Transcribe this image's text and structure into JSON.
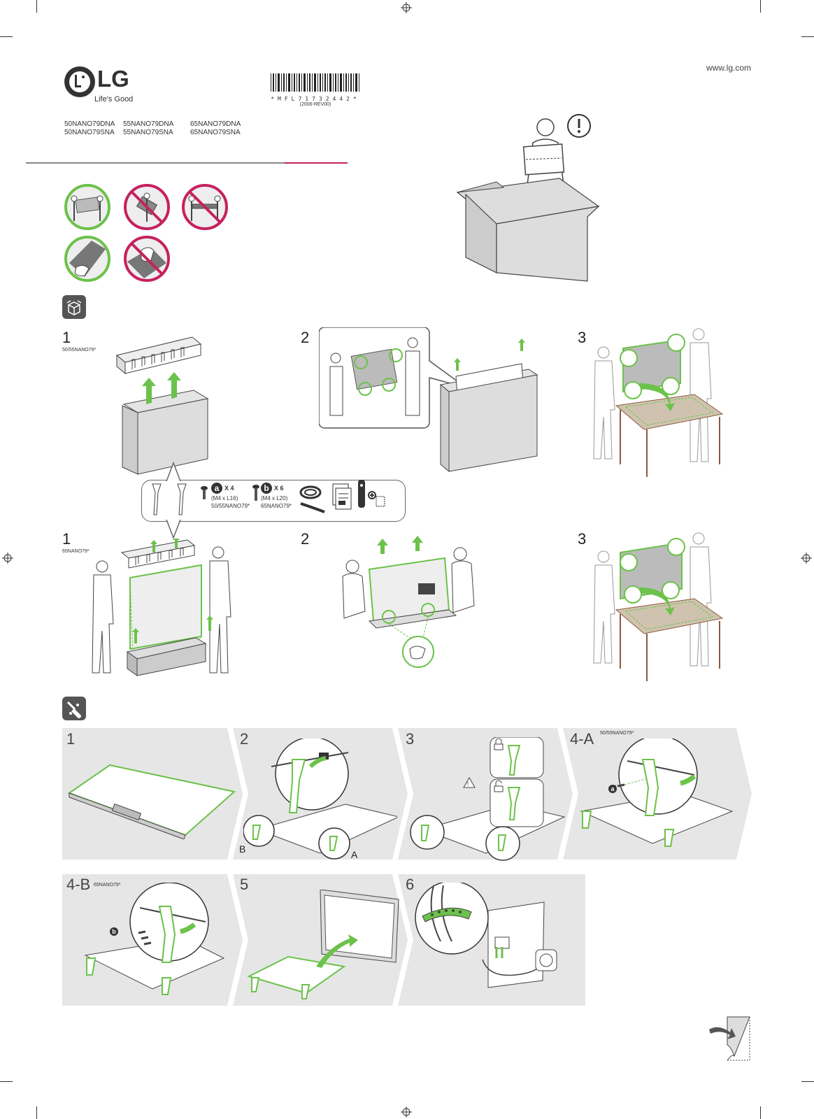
{
  "header": {
    "brand": "LG",
    "tagline": "Life's Good",
    "website": "www.lg.com",
    "barcode_text": "*MFL71732442*",
    "revision": "(2006-REV00)"
  },
  "models": {
    "col1": [
      "50NANO79DNA",
      "50NANO79SNA"
    ],
    "col2": [
      "55NANO79DNA",
      "55NANO79SNA"
    ],
    "col3": [
      "65NANO79DNA",
      "65NANO79SNA"
    ]
  },
  "unpacking": {
    "row1": [
      {
        "num": "1",
        "sub": "50/55NANO79*"
      },
      {
        "num": "2",
        "sub": ""
      },
      {
        "num": "3",
        "sub": ""
      }
    ],
    "row2": [
      {
        "num": "1",
        "sub": "65NANO79*"
      },
      {
        "num": "2",
        "sub": ""
      },
      {
        "num": "3",
        "sub": ""
      }
    ]
  },
  "kit": {
    "screw_a_letter": "a",
    "screw_a_qty": "X 4",
    "screw_a_size": "(M4 x L16)",
    "screw_a_model": "50/55NANO79*",
    "screw_b_letter": "b",
    "screw_b_qty": "X 6",
    "screw_b_size": "(M4 x L20)",
    "screw_b_model": "65NANO79*"
  },
  "assembly": {
    "panels": [
      {
        "num": "1",
        "sub": ""
      },
      {
        "num": "2",
        "sub": ""
      },
      {
        "num": "3",
        "sub": ""
      },
      {
        "num": "4-A",
        "sub": "50/55NANO79*"
      },
      {
        "num": "4-B",
        "sub": "65NANO79*"
      },
      {
        "num": "5",
        "sub": ""
      },
      {
        "num": "6",
        "sub": ""
      }
    ],
    "label_b": "B",
    "label_a": "A",
    "badge_a": "a",
    "badge_b": "b"
  },
  "colors": {
    "accent_green": "#6cc24a",
    "brand_red": "#c6215f",
    "prohibit_red": "#c6215f",
    "band_gray": "#e6e6e6"
  }
}
